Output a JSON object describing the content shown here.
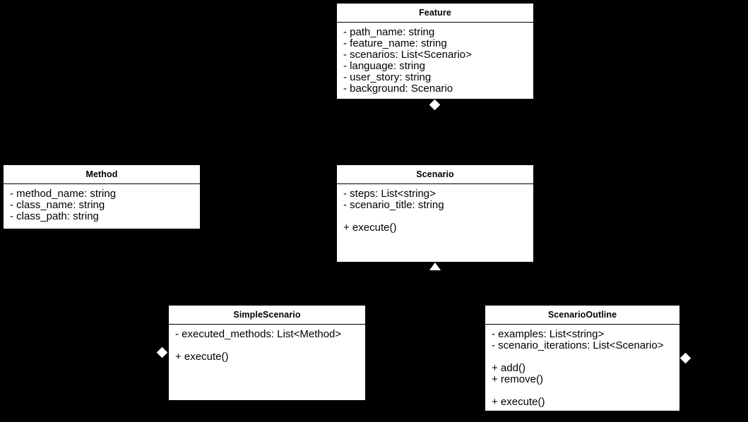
{
  "diagram": {
    "type": "uml-class-diagram",
    "background_color": "#000000",
    "class_fill_color": "#ffffff",
    "line_color": "#000000",
    "connector_color": "#ffffff",
    "classes": [
      {
        "id": "feature",
        "name": "Feature",
        "attributes": [
          "- path_name: string",
          "- feature_name: string",
          "- scenarios: List<Scenario>",
          "- language: string",
          "- user_story: string",
          "- background: Scenario"
        ],
        "methods": []
      },
      {
        "id": "method",
        "name": "Method",
        "attributes": [
          "- method_name: string",
          "- class_name: string",
          "- class_path: string"
        ],
        "methods": []
      },
      {
        "id": "scenario",
        "name": "Scenario",
        "attributes": [
          "- steps: List<string>",
          "- scenario_title: string"
        ],
        "methods": [
          "+ execute()"
        ]
      },
      {
        "id": "simplescenario",
        "name": "SimpleScenario",
        "attributes": [
          "- executed_methods: List<Method>"
        ],
        "methods": [
          "+ execute()"
        ]
      },
      {
        "id": "scenariooutline",
        "name": "ScenarioOutline",
        "attributes": [
          "- examples: List<string>",
          "- scenario_iterations: List<Scenario>"
        ],
        "methods": [
          "+ add()",
          "+ remove()",
          "+ execute()"
        ]
      }
    ],
    "connectors": [
      {
        "id": "feature-scenario",
        "kind": "composition-diamond",
        "from": "Feature",
        "to": "Scenario"
      },
      {
        "id": "scenario-child",
        "kind": "generalization-triangle",
        "from": "Scenario",
        "to": "SimpleScenario / ScenarioOutline"
      },
      {
        "id": "simplescenario-aggregation",
        "kind": "composition-diamond",
        "from": "SimpleScenario",
        "to": "Method"
      },
      {
        "id": "scenariooutline-aggregation",
        "kind": "composition-diamond",
        "from": "ScenarioOutline",
        "to": "Scenario"
      }
    ]
  }
}
